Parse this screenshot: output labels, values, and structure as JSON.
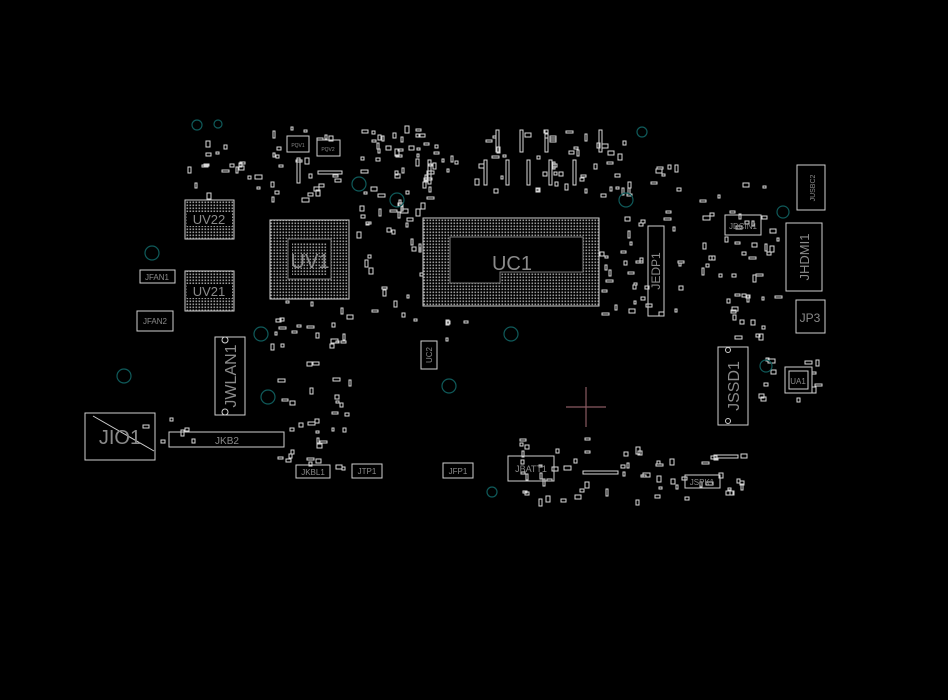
{
  "viewer": {
    "background": "#000000",
    "outline_color": "#cfcfcf",
    "mounting_hole_color": "#0f5a5a",
    "cursor_color": "#8a5a62"
  },
  "components": {
    "UV22": "UV22",
    "UV21": "UV21",
    "UV1": "UV1",
    "UC1": "UC1",
    "UC2": "UC2",
    "JFAN1": "JFAN1",
    "JFAN2": "JFAN2",
    "JWLAN1": "JWLAN1",
    "JIO1": "JIO1",
    "JKB2": "JKB2",
    "JKBL1": "JKBL1",
    "JTP1": "JTP1",
    "JFP1": "JFP1",
    "JBATT1": "JBATT1",
    "JEDP1": "JEDP1",
    "JDCIN1": "JDCIN1",
    "JUSBC2": "JUSBC2",
    "JHDMI1": "JHDMI1",
    "JP3": "JP3",
    "JSSD1": "JSSD1",
    "UA1": "UA1",
    "JSPK1": "JSPK1",
    "PQV1": "PQV1",
    "PQV2": "PQV2"
  }
}
